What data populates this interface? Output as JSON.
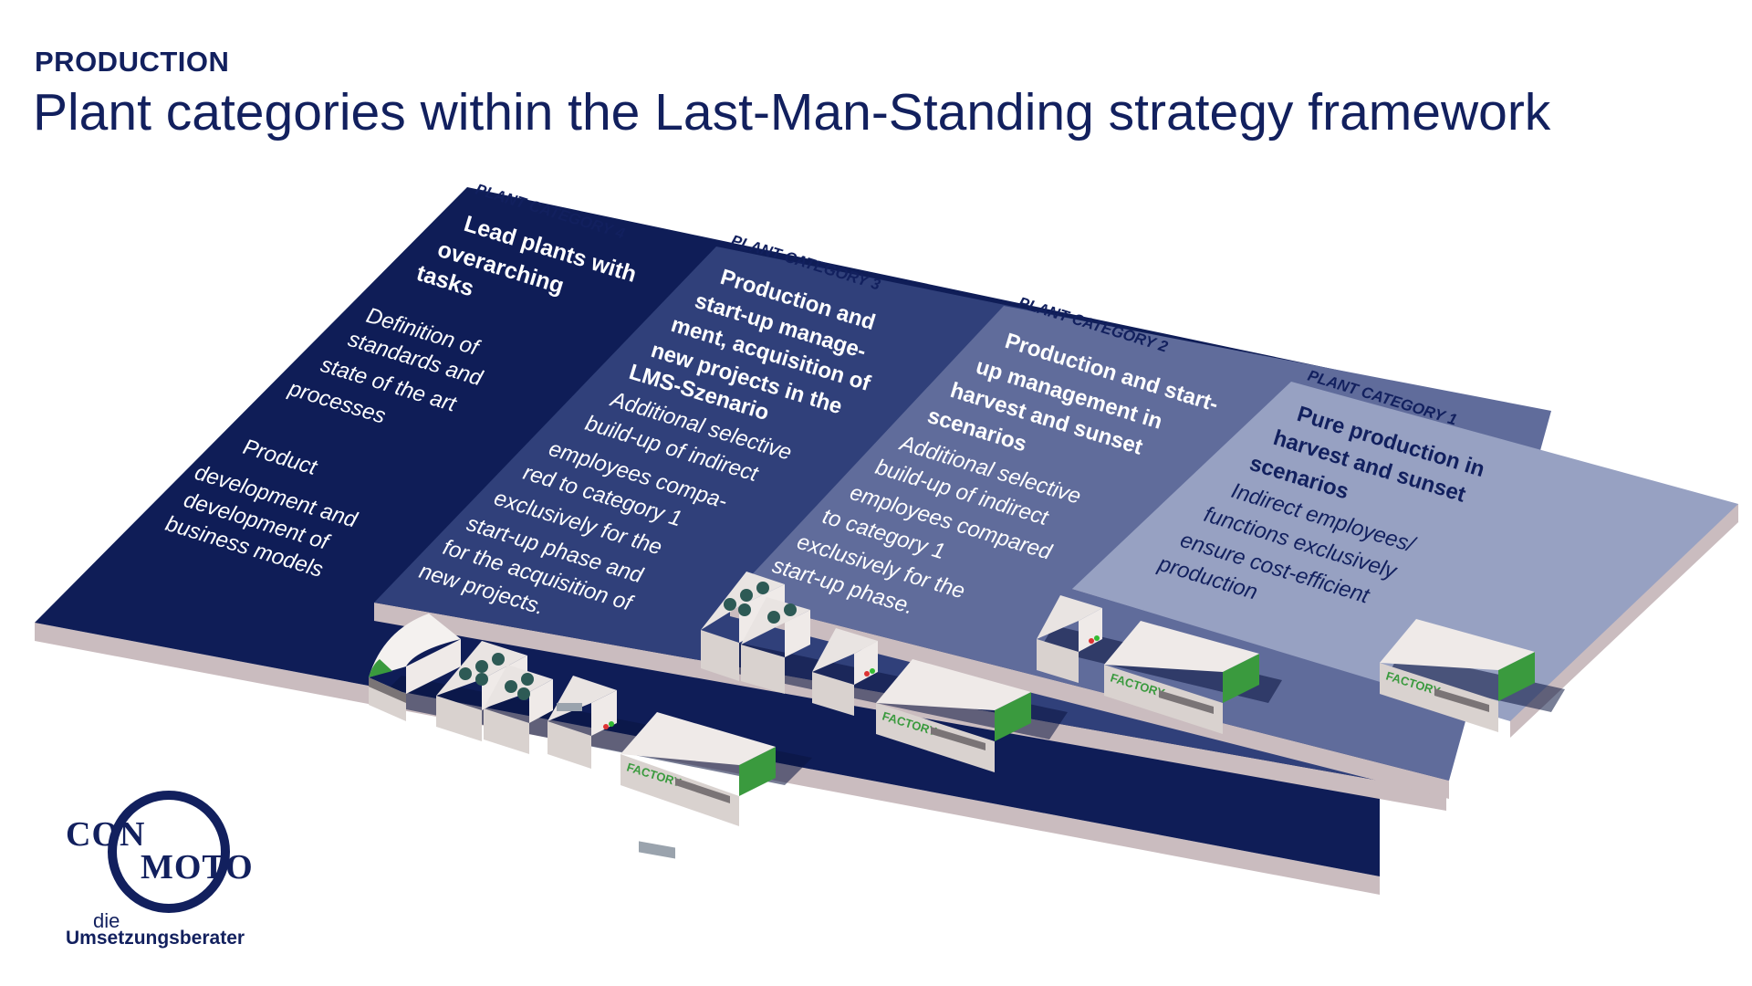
{
  "header": {
    "tag": "PRODUCTION",
    "title": "Plant categories within the Last-Man-Standing strategy framework"
  },
  "categories": [
    {
      "label": "PLANT CATEGORY 4",
      "heading": [
        "Lead plants with",
        "overarching",
        "tasks"
      ],
      "body": [
        "Definition of",
        "standards and",
        "state of the art",
        "processes",
        "",
        "Product",
        "development and",
        "development of",
        "business models"
      ]
    },
    {
      "label": "PLANT CATEGORY 3",
      "heading": [
        "Production and",
        "start-up manage-",
        "ment, acquisition of",
        "new projects in the",
        "LMS-Szenario"
      ],
      "body": [
        "Additional selective",
        "build-up of indirect",
        "employees compa-",
        "red to category 1",
        "exclusively for the",
        "start-up phase and",
        "for the acquisition of",
        "new projects."
      ]
    },
    {
      "label": "PLANT CATEGORY 2",
      "heading": [
        "Production and start-",
        "up management in",
        "harvest and sunset",
        "scenarios"
      ],
      "body": [
        "Additional selective",
        "build-up of indirect",
        "employees compared",
        "to category 1",
        "exclusively for the",
        "start-up phase."
      ]
    },
    {
      "label": "PLANT CATEGORY 1",
      "heading": [
        "Pure production in",
        "harvest and sunset",
        "scenarios"
      ],
      "body": [
        "Indirect employees/",
        "functions exclusively",
        "ensure cost-efficient",
        "production"
      ]
    }
  ],
  "building_sign": "FACTORY",
  "logo": {
    "word1": "CON",
    "word2": "MOTO",
    "tagline_small": "die",
    "tagline": "Umsetzungsberater"
  },
  "colors": {
    "category4": "#0f1d57",
    "category3": "#30407a",
    "category2": "#606c9b",
    "category1": "#97a1c2",
    "edge": "#cabcbf",
    "text_dark": "#12205e"
  }
}
